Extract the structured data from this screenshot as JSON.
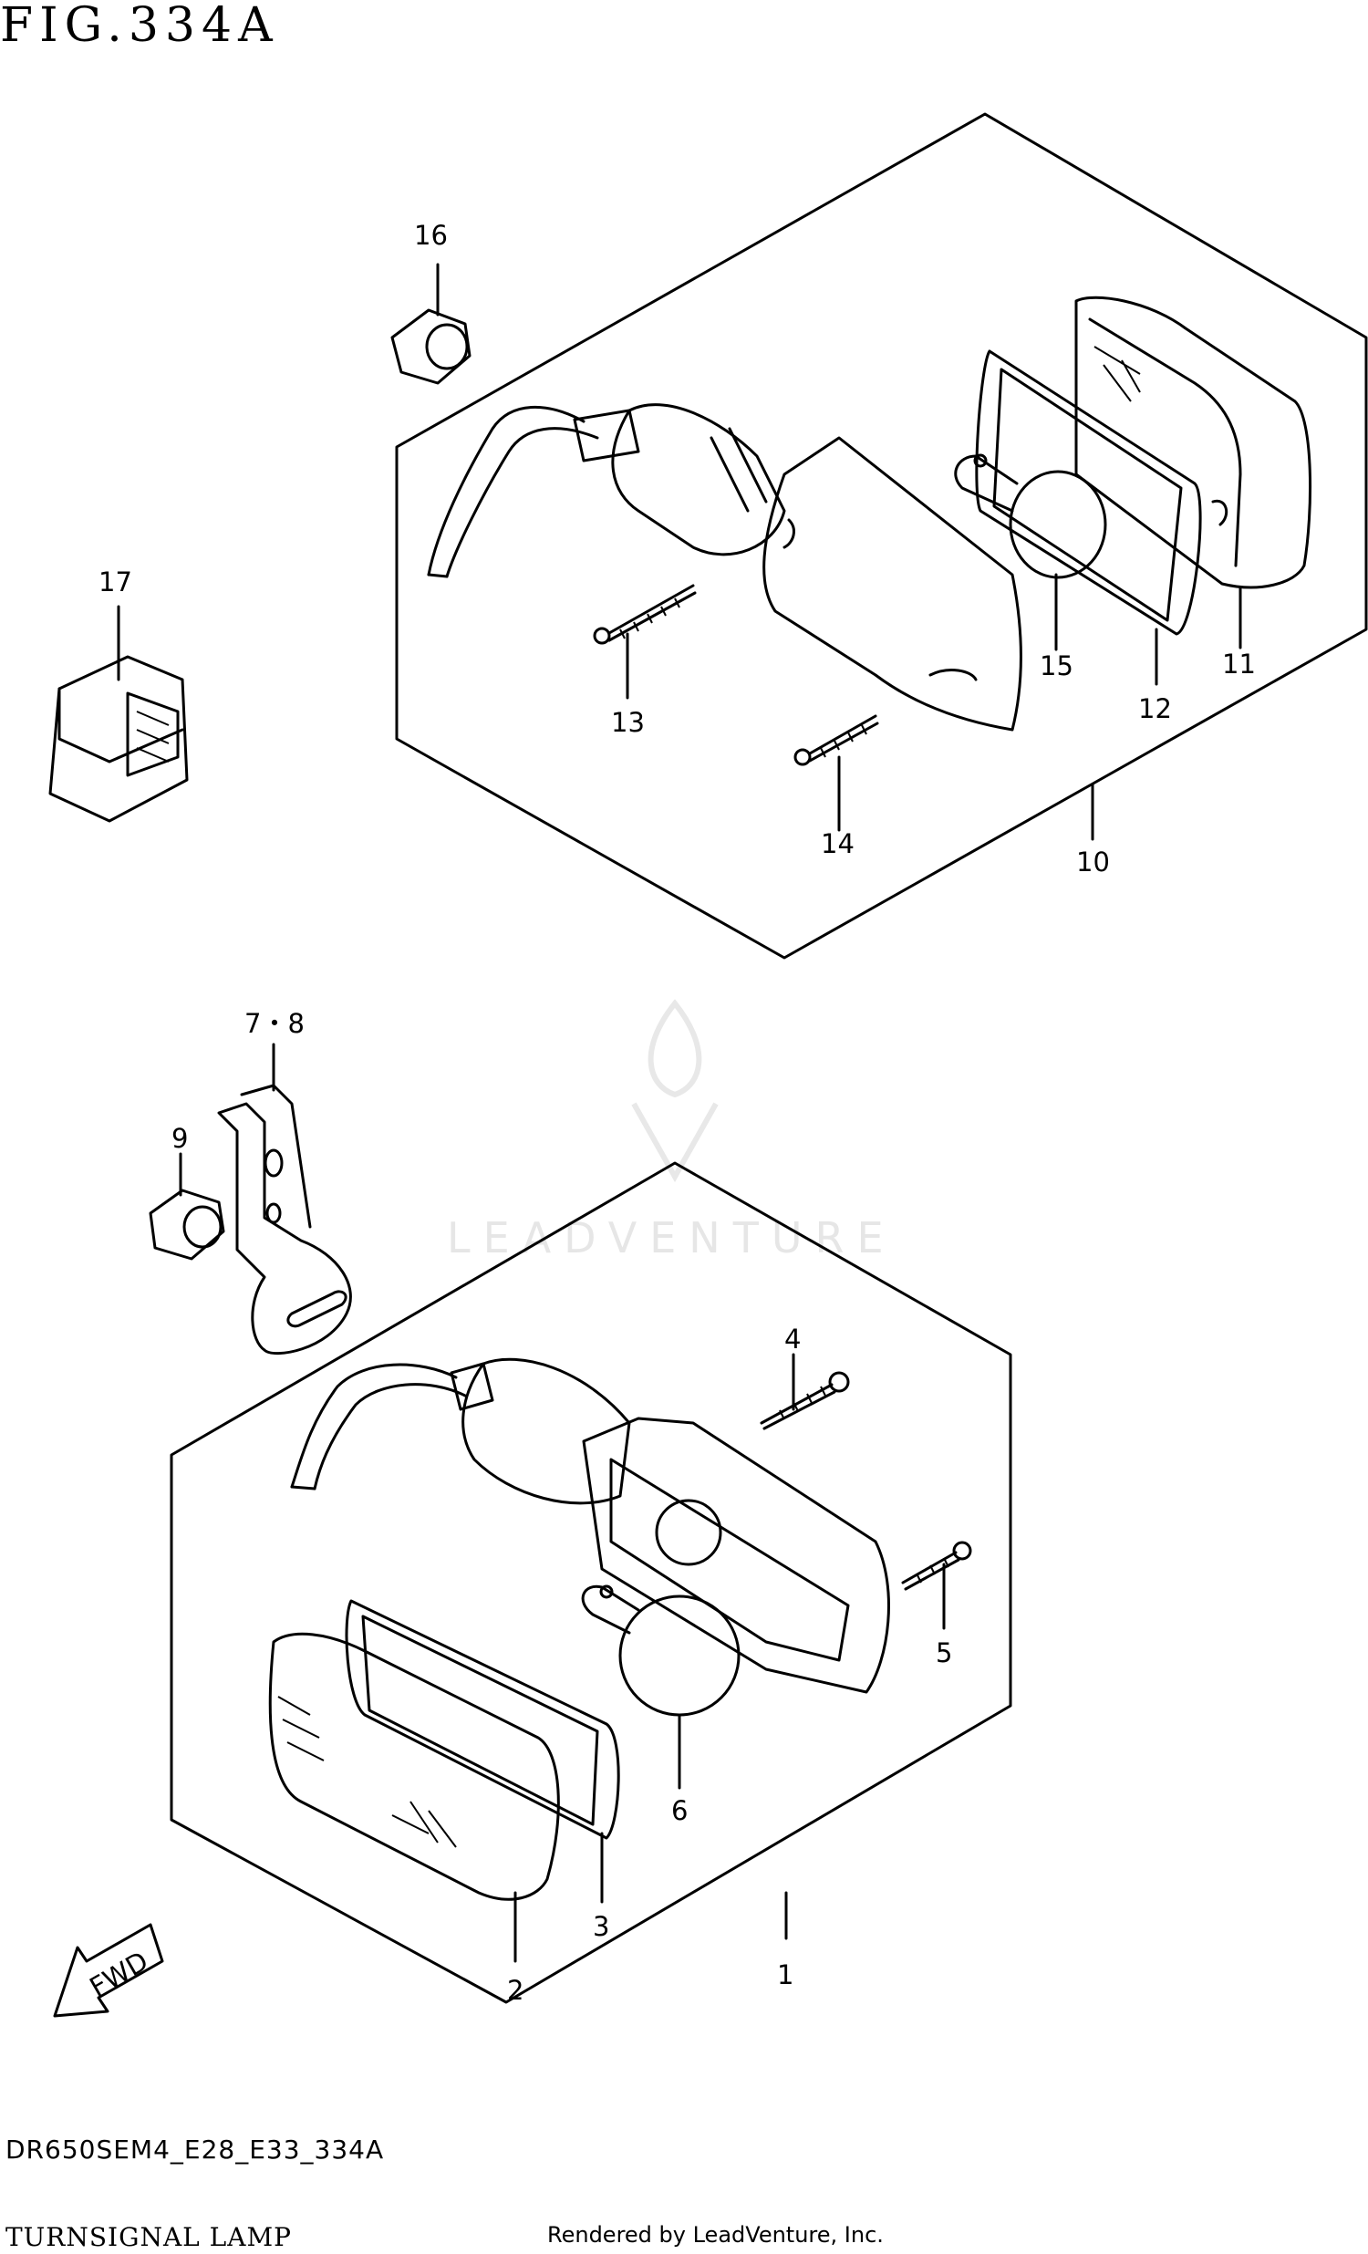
{
  "header": {
    "figure_title": "FIG.334A"
  },
  "footer": {
    "model_code": "DR650SEM4_E28_E33_334A",
    "description": "TURNSIGNAL LAMP",
    "rendered_by": "Rendered by LeadVenture, Inc."
  },
  "watermark": {
    "text": "LEADVENTURE"
  },
  "fwd_arrow": {
    "text": "FWD"
  },
  "callouts": {
    "c1": "1",
    "c2": "2",
    "c3": "3",
    "c4": "4",
    "c5": "5",
    "c6": "6",
    "c78": "7・8",
    "c9": "9",
    "c10": "10",
    "c11": "11",
    "c12": "12",
    "c13": "13",
    "c14": "14",
    "c15": "15",
    "c16": "16",
    "c17": "17"
  }
}
